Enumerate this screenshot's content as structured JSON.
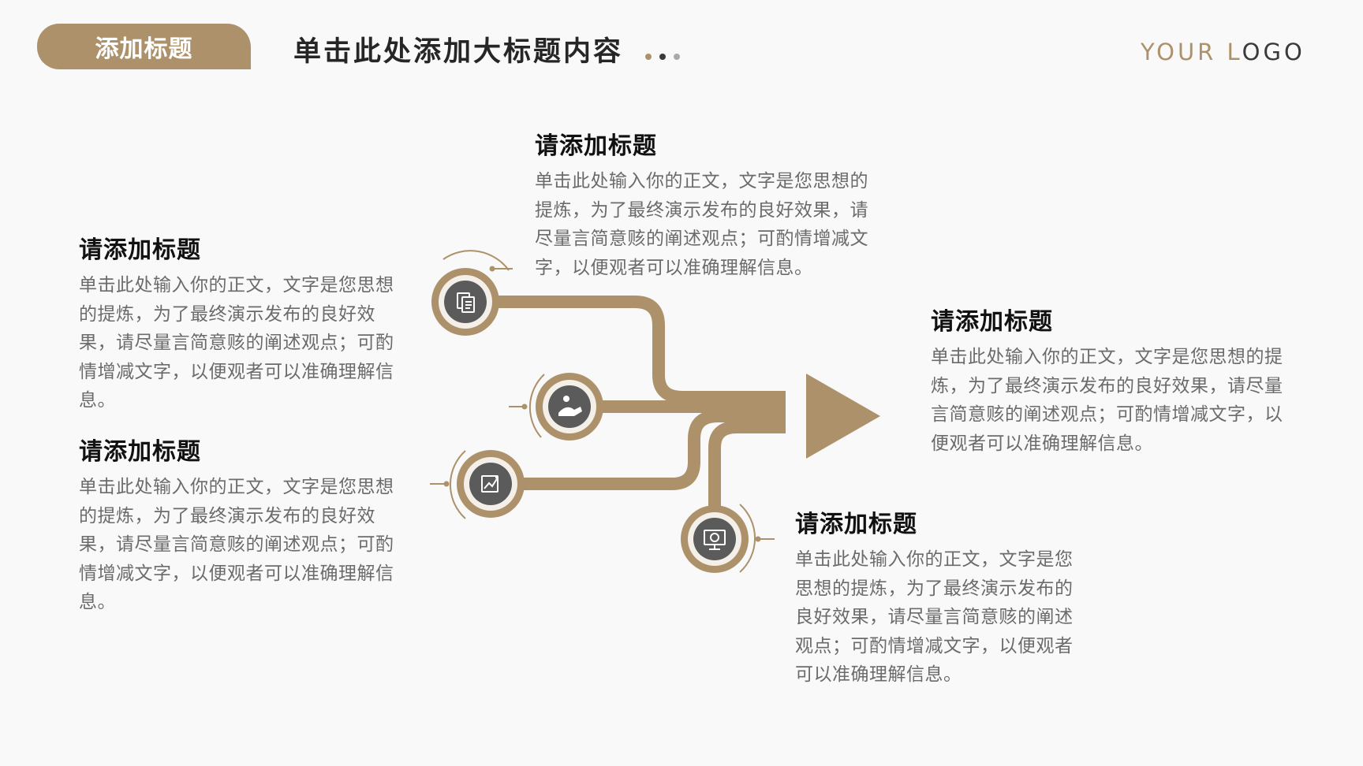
{
  "header": {
    "tag_label": "添加标题",
    "title": "单击此处添加大标题内容",
    "logo_accent": "YOUR L",
    "logo_rest": "OGO"
  },
  "colors": {
    "accent": "#ad916b",
    "dark_disc": "#5b5b5b",
    "text": "#6b6b6b",
    "heading": "#111111",
    "background": "#f9f9f9"
  },
  "diagram": {
    "nodes": [
      {
        "icon": "document-icon"
      },
      {
        "icon": "handshake-icon"
      },
      {
        "icon": "chart-report-icon"
      },
      {
        "icon": "money-screen-icon"
      }
    ]
  },
  "blocks": [
    {
      "heading": "请添加标题",
      "body": "单击此处输入你的正文，文字是您思想的提炼，为了最终演示发布的良好效果，请尽量言简意赅的阐述观点；可酌情增减文字，以便观者可以准确理解信息。"
    },
    {
      "heading": "请添加标题",
      "body": "单击此处输入你的正文，文字是您思想的提炼，为了最终演示发布的良好效果，请尽量言简意赅的阐述观点；可酌情增减文字，以便观者可以准确理解信息。"
    },
    {
      "heading": "请添加标题",
      "body": "单击此处输入你的正文，文字是您思想的提炼，为了最终演示发布的良好效果，请尽量言简意赅的阐述观点；可酌情增减文字，以便观者可以准确理解信息。"
    },
    {
      "heading": "请添加标题",
      "body": "单击此处输入你的正文，文字是您思想的提炼，为了最终演示发布的良好效果，请尽量言简意赅的阐述观点；可酌情增减文字，以便观者可以准确理解信息。"
    },
    {
      "heading": "请添加标题",
      "body": "单击此处输入你的正文，文字是您思想的提炼，为了最终演示发布的良好效果，请尽量言简意赅的阐述观点；可酌情增减文字，以便观者可以准确理解信息。"
    }
  ]
}
